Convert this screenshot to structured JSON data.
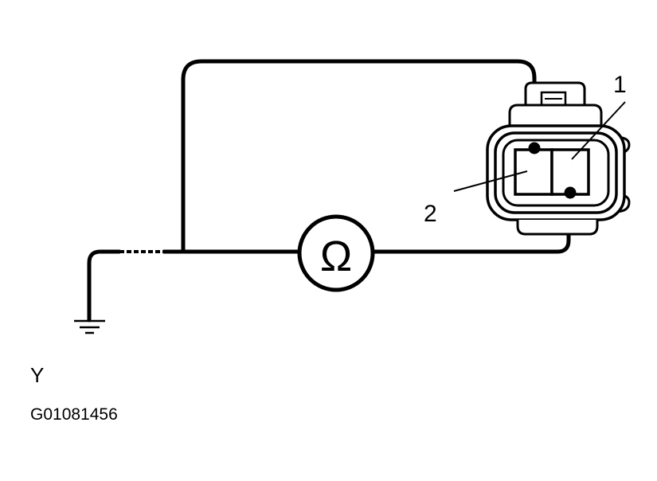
{
  "diagram": {
    "callouts": [
      {
        "number": "1"
      },
      {
        "number": "2"
      }
    ],
    "meter_symbol": "Ω",
    "view_letter": "Y",
    "figure_code": "G01081456",
    "colors": {
      "line": "#000000",
      "background": "#ffffff"
    }
  }
}
